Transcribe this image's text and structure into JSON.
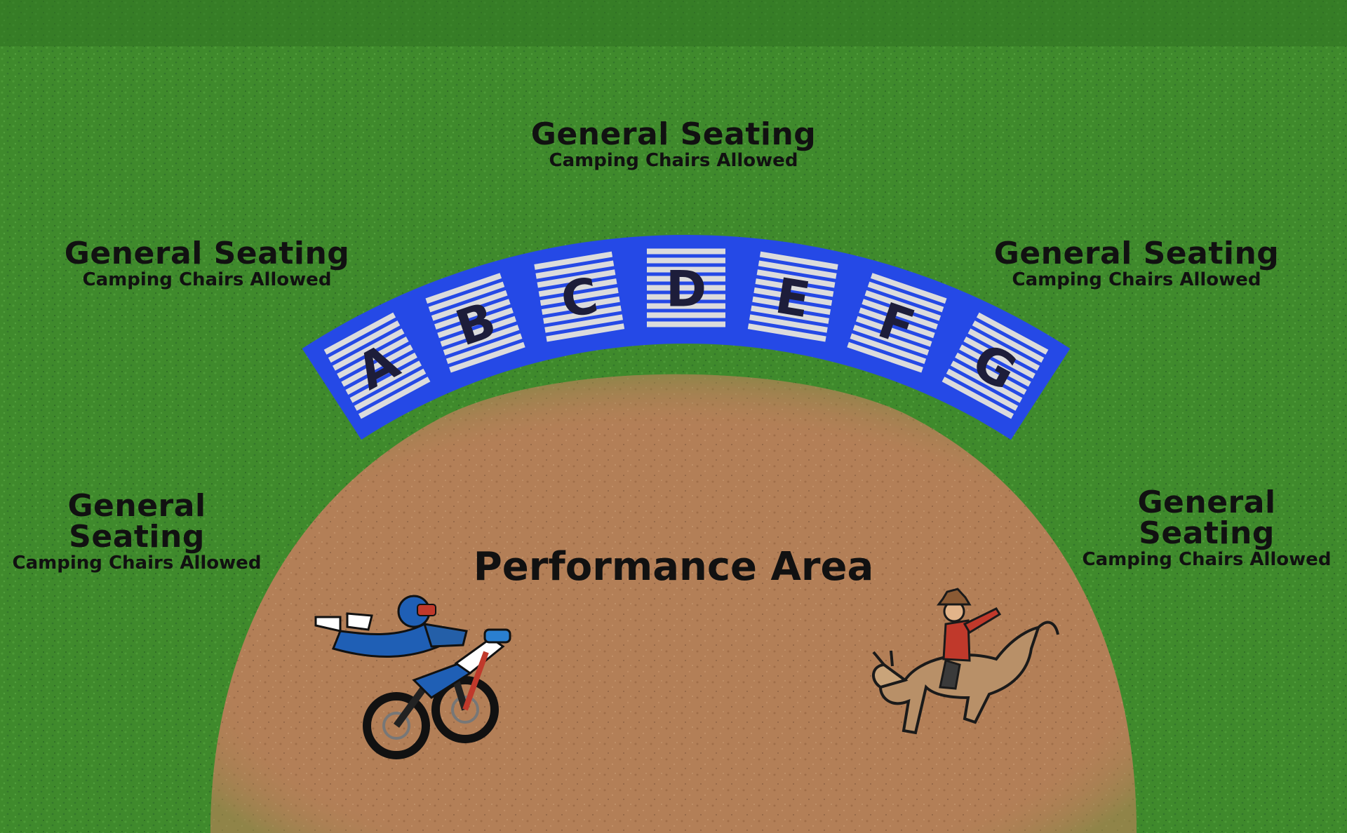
{
  "map": {
    "colors": {
      "grass": "#3f8a2c",
      "grass_dark": "#2f7322",
      "dirt": "#b37f57",
      "bleacher_band": "#2549e6",
      "bleacher_stripe": "#dcdcdc",
      "section_letter": "#1d1d3a"
    },
    "seating_zones": [
      {
        "title": "General Seating",
        "subtitle": "Camping Chairs Allowed"
      },
      {
        "title": "General Seating",
        "subtitle": "Camping Chairs Allowed"
      },
      {
        "title": "General Seating",
        "subtitle": "Camping Chairs Allowed"
      },
      {
        "title": "General Seating",
        "subtitle": "Camping Chairs Allowed"
      },
      {
        "title": "General Seating",
        "subtitle": "Camping Chairs Allowed"
      }
    ],
    "bleacher_sections": [
      "A",
      "B",
      "C",
      "D",
      "E",
      "F",
      "G"
    ],
    "performance_area": "Performance Area",
    "illustrations": [
      "motocross-rider-icon",
      "bull-rider-icon"
    ]
  }
}
